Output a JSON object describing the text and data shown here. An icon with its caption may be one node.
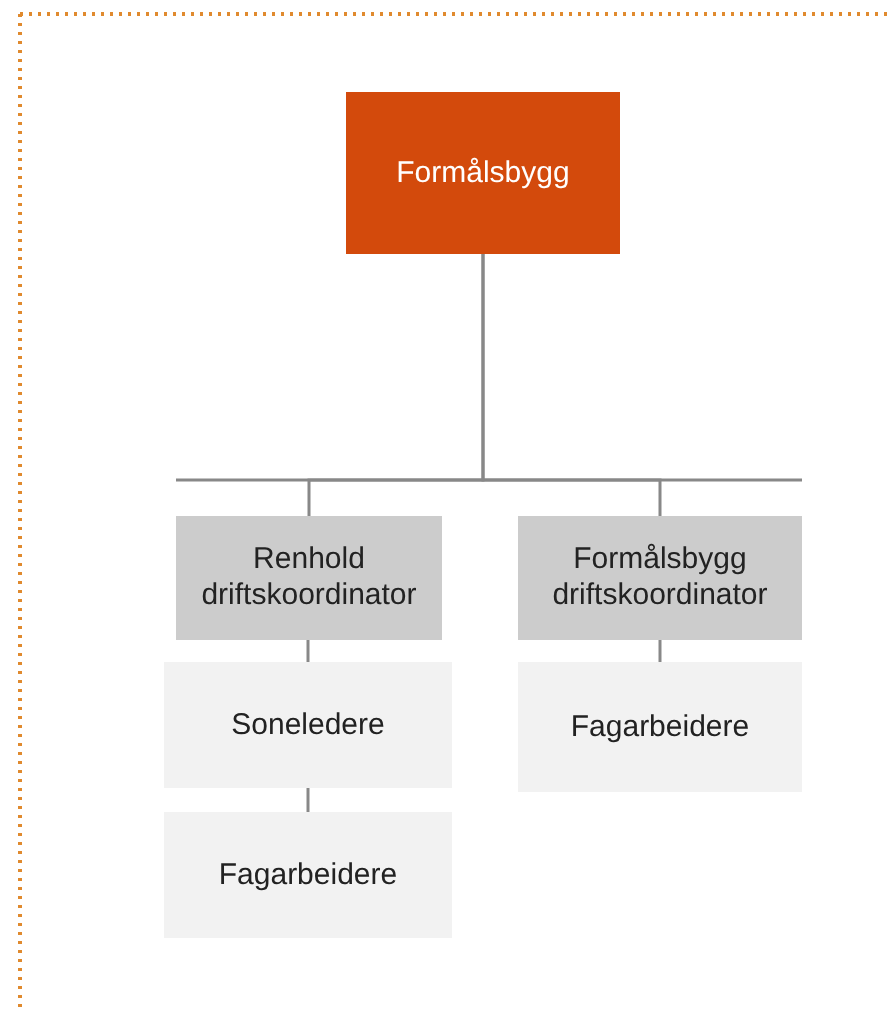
{
  "diagram": {
    "nodes": [
      {
        "text": [
          "Formålsbygg"
        ]
      },
      {
        "text": [
          "Renhold driftskoordinator"
        ]
      },
      {
        "text": [
          "Formålsbygg driftskoordinator"
        ]
      },
      {
        "text": [
          "Soneledere"
        ]
      },
      {
        "text": [
          "Fagarbeidere"
        ]
      },
      {
        "text": [
          "Fagarbeidere"
        ]
      }
    ],
    "edges": [
      {
        "from": 0,
        "to": 1,
        "arrow": "none"
      },
      {
        "from": 0,
        "to": 2,
        "arrow": "none"
      },
      {
        "from": 1,
        "to": 3,
        "arrow": "none"
      },
      {
        "from": 3,
        "to": 4,
        "arrow": "none"
      },
      {
        "from": 2,
        "to": 5,
        "arrow": "none"
      }
    ]
  }
}
